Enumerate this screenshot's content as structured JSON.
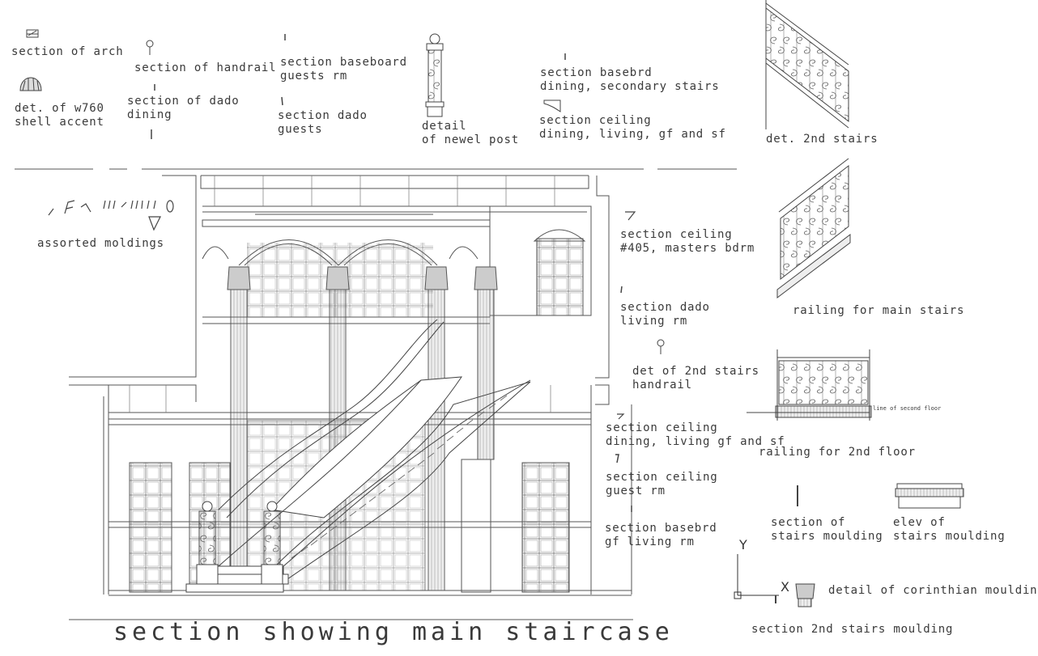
{
  "title": "section showing main staircase",
  "labels": {
    "section_of_arch": "section of arch",
    "section_of_handrail": "section of handrail",
    "section_baseboard_guests": [
      "section baseboard",
      "guests rm"
    ],
    "section_basebrd_dining": [
      "section basebrd",
      "dining, secondary stairs"
    ],
    "det_w760": [
      "det. of w760",
      "shell accent"
    ],
    "section_dado_dining": [
      "section of dado",
      "dining"
    ],
    "section_dado_guests": [
      "section dado",
      "guests"
    ],
    "detail_newel": [
      "detail",
      "of newel post"
    ],
    "section_ceiling_dining_sf": [
      "section ceiling",
      "dining, living, gf and sf"
    ],
    "det_2nd_stairs": "det. 2nd stairs",
    "assorted_moldings": "assorted moldings",
    "section_ceiling_405": [
      "section ceiling",
      "#405, masters bdrm"
    ],
    "section_dado_living": [
      "section dado",
      "living rm"
    ],
    "det_2nd_handrail": [
      "det of 2nd stairs",
      "handrail"
    ],
    "railing_main": "railing for main stairs",
    "line_second_floor": "line of second floor",
    "section_ceiling_dining_gf": [
      "section ceiling",
      "dining, living gf and sf"
    ],
    "railing_2nd_floor": "railing for 2nd floor",
    "section_ceiling_guest": [
      "section ceiling",
      "guest rm"
    ],
    "section_stairs_moulding": [
      "section of",
      "stairs moulding"
    ],
    "elev_stairs_moulding": [
      "elev of",
      "stairs moulding"
    ],
    "section_basebrd_gf": [
      "section basebrd",
      "gf living rm"
    ],
    "detail_corinthian": "detail of corinthian moulding",
    "section_2nd_stairs_moulding": "section 2nd stairs moulding"
  },
  "axis": {
    "y": "Y",
    "x": "X"
  }
}
